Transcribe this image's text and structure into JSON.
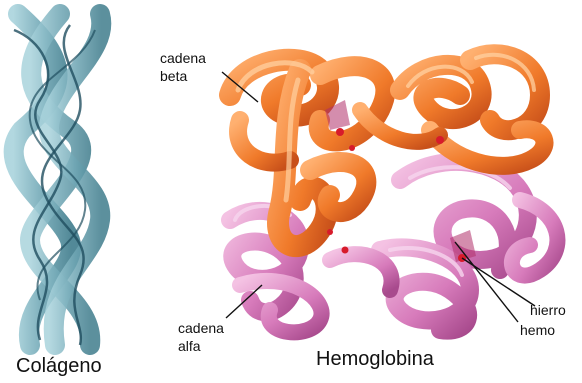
{
  "labels": {
    "collagen_title": "Colágeno",
    "hemoglobin_title": "Hemoglobina",
    "beta_chain_line1": "cadena",
    "beta_chain_line2": "beta",
    "alpha_chain_line1": "cadena",
    "alpha_chain_line2": "alfa",
    "iron": "hierro",
    "heme": "hemo"
  },
  "colors": {
    "collagen_strand": "#6fa6b4",
    "collagen_stripe": "#1f4e5f",
    "beta_chain": "#f08a3a",
    "beta_chain_highlight": "#ffd0a0",
    "alpha_chain": "#dc86c2",
    "alpha_chain_highlight": "#f6d6ee",
    "heme_iron": "#d71b2b"
  }
}
